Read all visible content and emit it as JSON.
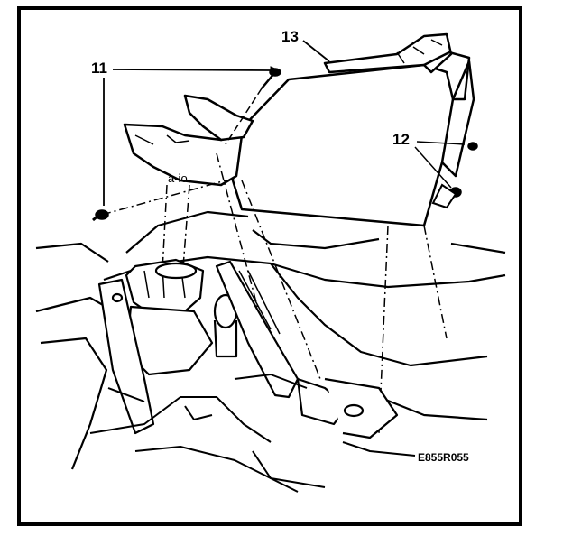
{
  "figure": {
    "callouts": {
      "part_11": "11",
      "part_13": "13",
      "part_12": "12"
    },
    "sub_label": "a-io",
    "figure_code": "E855R055"
  }
}
